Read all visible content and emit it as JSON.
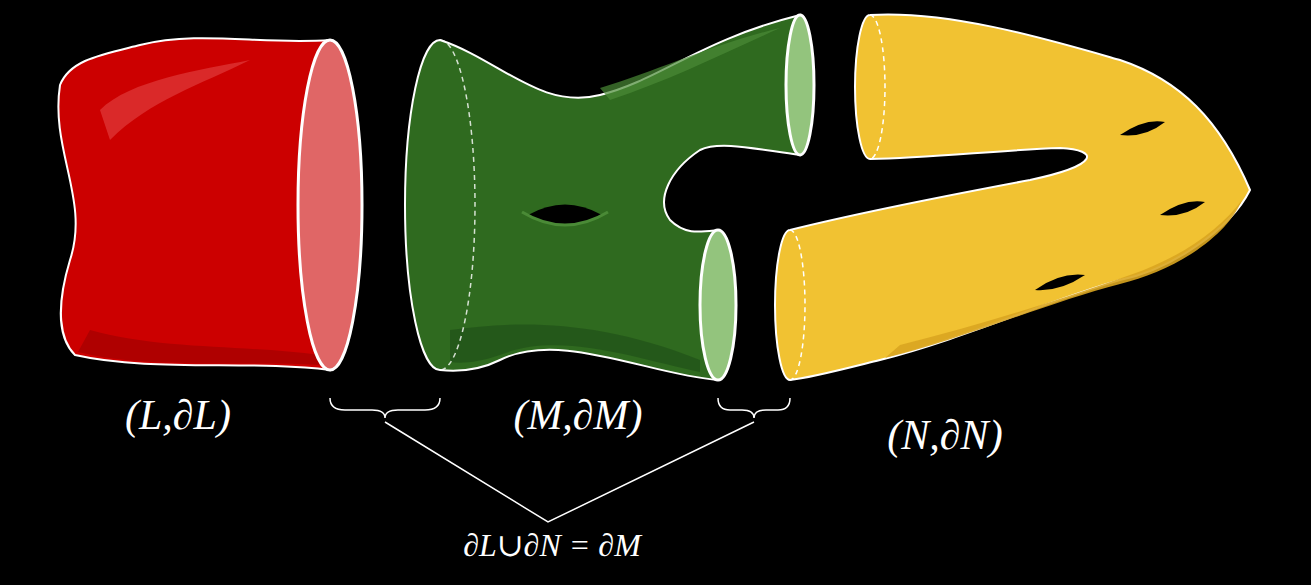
{
  "diagram": {
    "labels": [
      "(L,∂L)",
      "(M,∂M)",
      "(N,∂N)",
      "∂L∪∂N = ∂M"
    ]
  }
}
